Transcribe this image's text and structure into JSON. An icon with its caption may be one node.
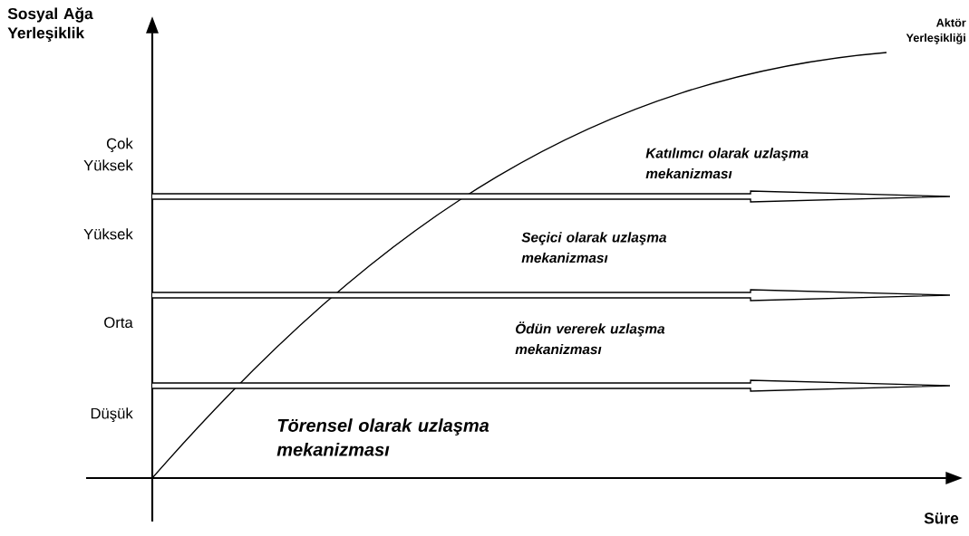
{
  "diagram": {
    "labels": [
      "Sosyal Ağa Yerleşiklik",
      "Aktör Yerleşikliği",
      "Çok Yüksek",
      "Katılımcı olarak uzlaşma mekanizması",
      "Yüksek",
      "Seçici olarak uzlaşma mekanizması",
      "Orta",
      "Ödün vererek uzlaşma mekanizması",
      "Düşük",
      "Törensel olarak uzlaşma mekanizması",
      "Süre"
    ]
  }
}
